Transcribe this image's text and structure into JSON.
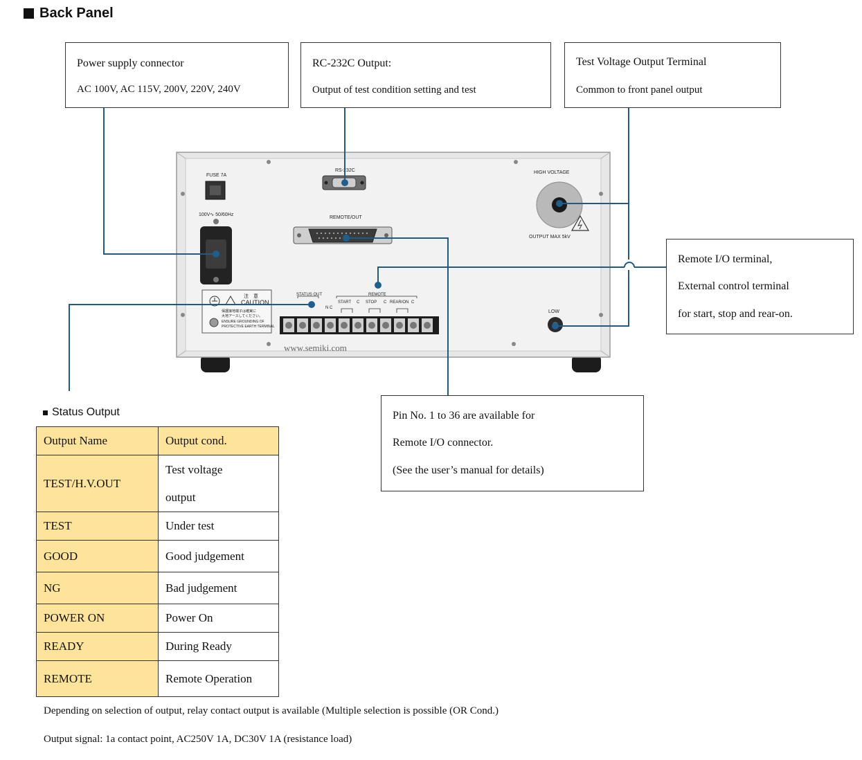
{
  "heading": "Back Panel",
  "callouts": {
    "power": {
      "line1": "Power supply connector",
      "line2": "AC 100V, AC 115V, 200V, 220V, 240V"
    },
    "rs232": {
      "line1": "RC-232C Output:",
      "line2": "Output of test condition setting and test"
    },
    "test_voltage": {
      "line1": "Test Voltage Output Terminal",
      "line2": "Common to front panel output"
    },
    "remote_io": {
      "line1": "Remote I/O terminal,",
      "line2": "External control terminal",
      "line3": "for start, stop and rear-on."
    },
    "pins": {
      "line1": "Pin No. 1 to 36 are available for",
      "line2": "Remote I/O connector.",
      "line3": "(See the user’s manual for details)"
    }
  },
  "panel": {
    "fuse": "FUSE 7A",
    "rating": "100V∿ 50/60Hz",
    "rs232_label": "RS-232C",
    "remote_out_label": "REMOTE/OUT",
    "high_voltage": "HIGH  VOLTAGE",
    "output_max": "OUTPUT  MAX 5kV",
    "low": "LOW",
    "status_out": "STATUS OUT",
    "remote": "REMOTE",
    "nc": "N C",
    "start": "START",
    "c": "C",
    "stop": "STOP",
    "rear_on": "REAR/ON",
    "caution_jp": "注　意",
    "caution": "CAUTION",
    "caution_line1": "保護接地端子は確実に",
    "caution_line2": "大地アースしてください。",
    "caution_line3": "ENSURE GROUNDING OF",
    "caution_line4": "PROTECTIVE EARTH TERMINAL",
    "website": "www.semiki.com"
  },
  "status_section": {
    "title": "Status Output",
    "headers": [
      "Output Name",
      "Output cond."
    ],
    "rows": [
      {
        "name": "TEST/H.V.OUT",
        "cond_line1": "Test voltage",
        "cond_line2": "output"
      },
      {
        "name": "TEST",
        "cond": "Under test"
      },
      {
        "name": "GOOD",
        "cond": "Good judgement"
      },
      {
        "name": "NG",
        "cond": "Bad judgement"
      },
      {
        "name": "POWER ON",
        "cond": "Power On"
      },
      {
        "name": "READY",
        "cond": "During Ready"
      },
      {
        "name": "REMOTE",
        "cond": "Remote Operation"
      }
    ]
  },
  "notes": [
    "Depending on selection of output, relay contact output is available (Multiple selection is possible (OR Cond.)",
    "Output signal: 1a contact point, AC250V 1A, DC30V 1A (resistance load)"
  ],
  "colors": {
    "leader": "#1f5a85",
    "table_header": "#fde49a",
    "dot": "#1e5f8e"
  }
}
